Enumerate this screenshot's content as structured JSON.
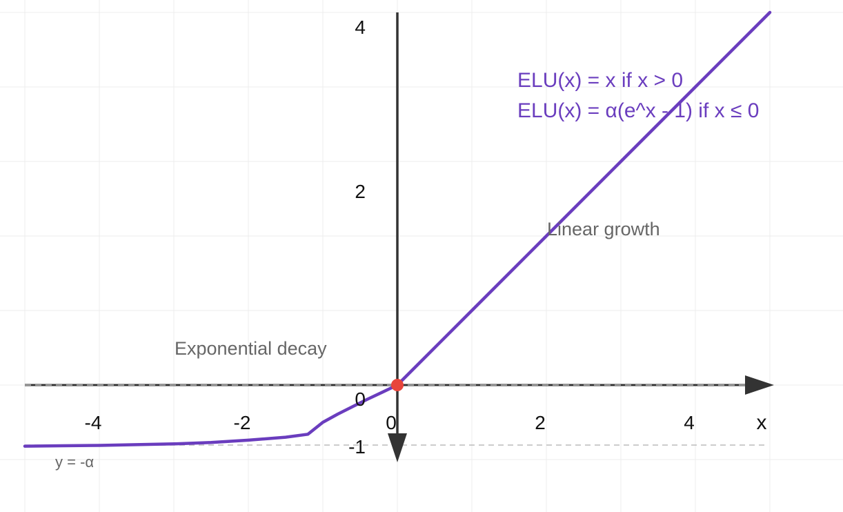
{
  "chart_data": {
    "type": "line",
    "title": "",
    "xlabel": "x",
    "ylabel": "",
    "xlim": [
      -5,
      5
    ],
    "ylim": [
      -1.68,
      5.0
    ],
    "grid": true,
    "x_ticks": [
      -4,
      -2,
      0,
      2,
      4
    ],
    "y_ticks": [
      -1,
      0,
      2,
      4
    ],
    "x_tick_labels": [
      "-4",
      "-2",
      "0",
      "2",
      "4"
    ],
    "y_tick_labels": [
      "-1",
      "0",
      "2",
      "4"
    ],
    "series": [
      {
        "name": "",
        "color": "#6a3dbe",
        "points": [
          [
            -5.0,
            -0.82
          ],
          [
            -4.5,
            -0.815
          ],
          [
            -4.0,
            -0.81
          ],
          [
            -3.5,
            -0.8
          ],
          [
            -3.0,
            -0.79
          ],
          [
            -2.5,
            -0.77
          ],
          [
            -2.0,
            -0.74
          ],
          [
            -1.5,
            -0.7
          ],
          [
            -1.2,
            -0.66
          ],
          [
            -1.0,
            -0.5
          ],
          [
            -0.8,
            -0.39
          ],
          [
            -0.6,
            -0.29
          ],
          [
            -0.4,
            -0.19
          ],
          [
            -0.2,
            -0.095
          ],
          [
            0.0,
            0.0
          ],
          [
            1.0,
            1.0
          ],
          [
            2.0,
            2.0
          ],
          [
            3.0,
            3.0
          ],
          [
            4.0,
            4.0
          ],
          [
            5.0,
            5.0
          ]
        ]
      }
    ],
    "point_marker": {
      "x": 0,
      "y": 0,
      "color": "#e8453c"
    },
    "asymptote": {
      "y": -0.8,
      "label": "y = -α",
      "color": "#bbbbbb"
    },
    "formula_lines": [
      "ELU(x) = x if x > 0",
      "ELU(x) = α(e^x - 1) if x ≤ 0"
    ],
    "formula_color": "#6a3dbe",
    "annotations": {
      "left": "Exponential decay",
      "right": "Linear growth"
    }
  }
}
